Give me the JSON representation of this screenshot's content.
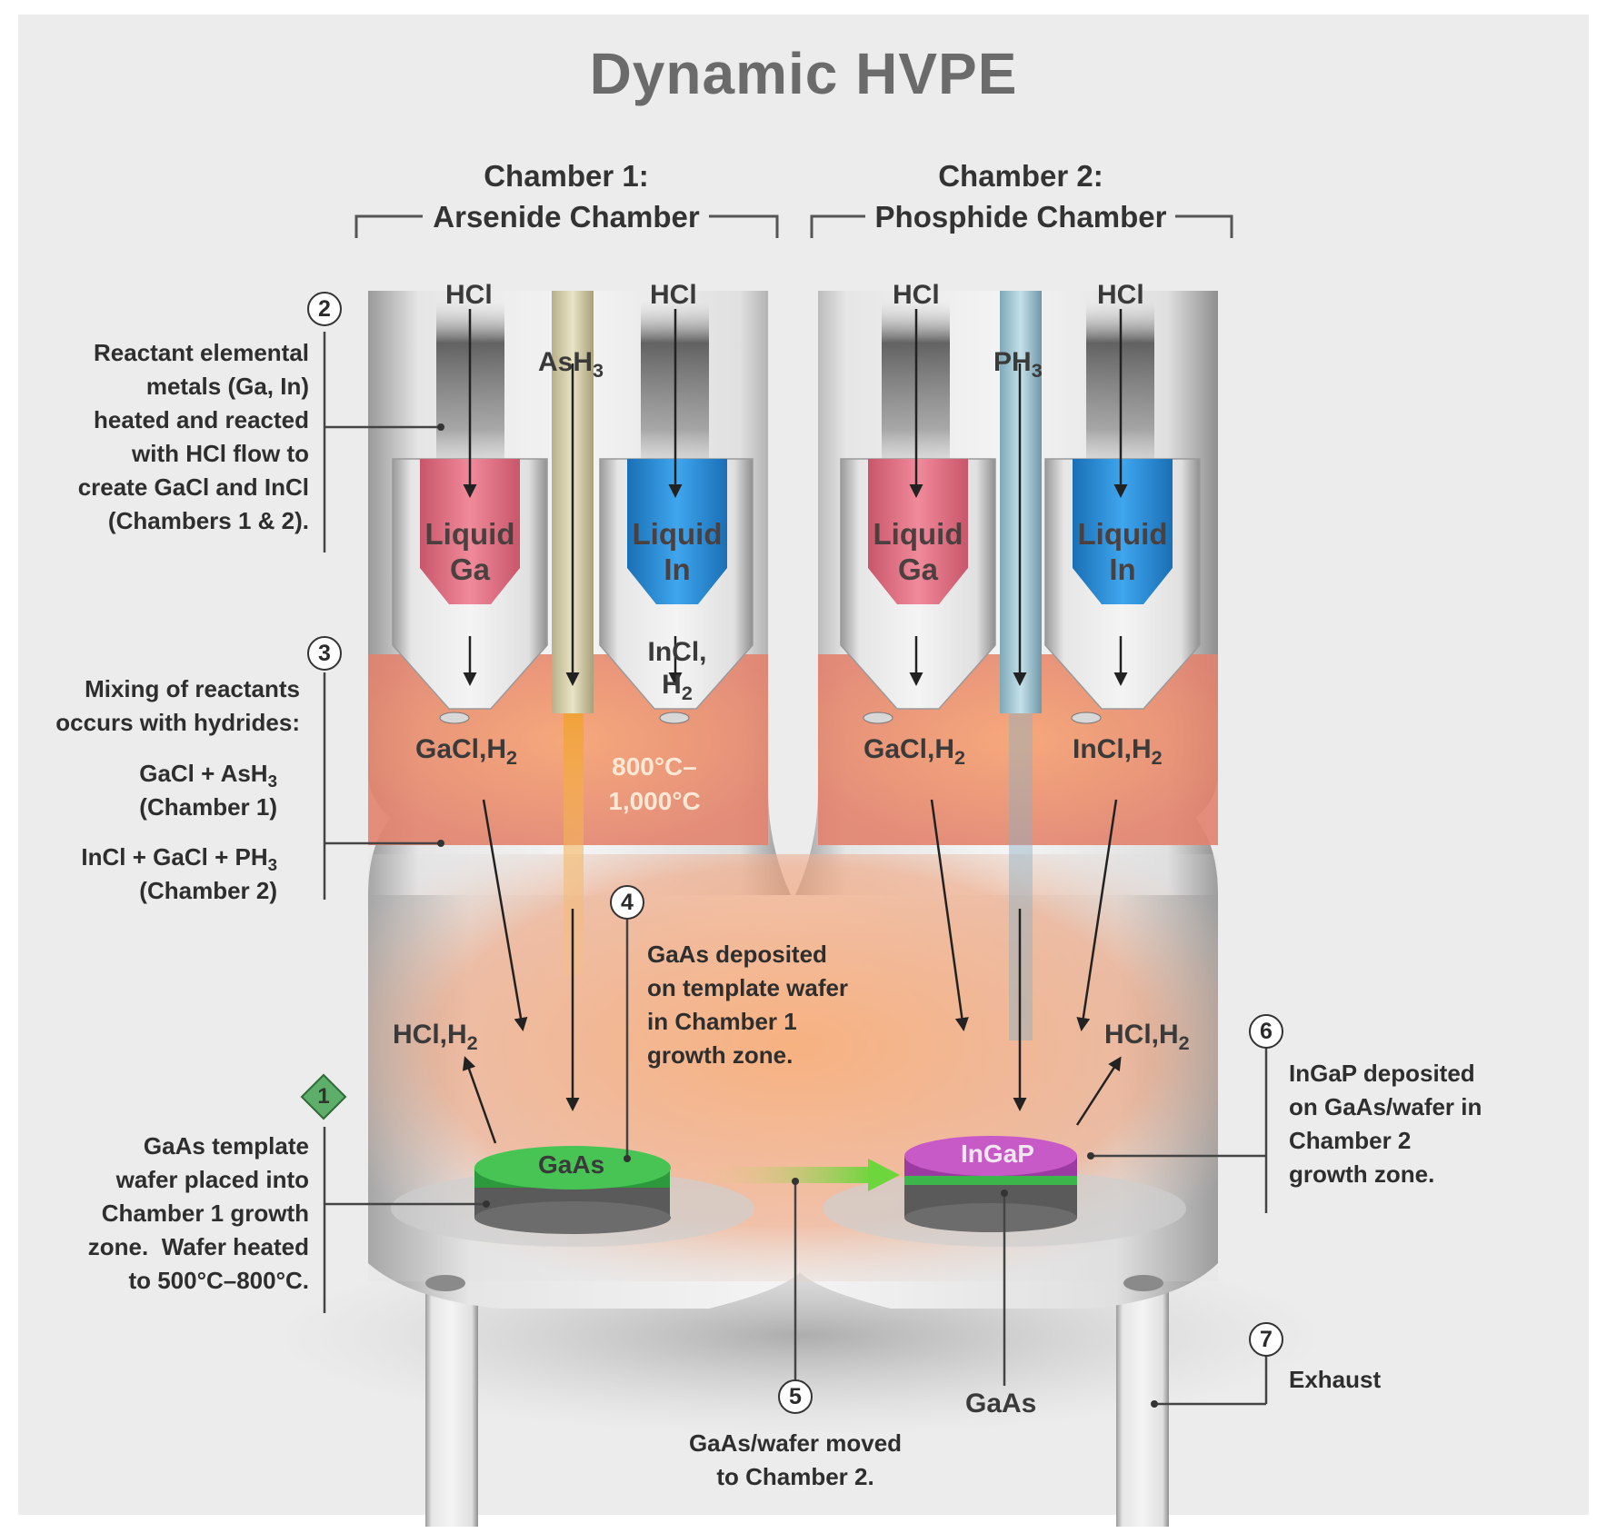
{
  "title": "Dynamic HVPE",
  "chambers": [
    {
      "line1": "Chamber 1:",
      "line2": "Arsenide Chamber"
    },
    {
      "line1": "Chamber 2:",
      "line2": "Phosphide Chamber"
    }
  ],
  "inputs": {
    "hcl": "HCl",
    "ash3": "AsH",
    "ph3": "PH",
    "sub3": "3"
  },
  "liquids": {
    "ga1": "Liquid",
    "ga2": "Ga",
    "in1": "Liquid",
    "in2": "In"
  },
  "products": {
    "gacl": "GaCl,H",
    "incl": "InCl,H",
    "incl_a": "InCl,",
    "incl_b": "H",
    "hclh": "HCl,H",
    "sub2": "2"
  },
  "temperature": {
    "line1": "800°C–",
    "line2": "1,000°C"
  },
  "wafers": {
    "gaas": "GaAs",
    "ingap": "InGaP",
    "gaas_bottom": "GaAs"
  },
  "steps": {
    "s1": {
      "num": "1",
      "text": "GaAs template\nwafer placed into\nChamber 1 growth\nzone.  Wafer heated\nto 500°C–800°C."
    },
    "s2": {
      "num": "2",
      "text": "Reactant elemental\nmetals (Ga, In)\nheated and reacted\nwith HCl flow to\ncreate GaCl and InCl\n(Chambers 1 & 2)."
    },
    "s3": {
      "num": "3",
      "text": "Mixing of reactants\noccurs with hydrides:",
      "eq1a": "GaCl + AsH",
      "eq1b": "(Chamber 1)",
      "eq2a": "InCl + GaCl + PH",
      "eq2b": "(Chamber 2)"
    },
    "s4": {
      "num": "4",
      "text": "GaAs deposited\non template wafer\nin Chamber 1\ngrowth zone."
    },
    "s5": {
      "num": "5",
      "text": "GaAs/wafer moved\nto Chamber 2."
    },
    "s6": {
      "num": "6",
      "text": "InGaP deposited\non GaAs/wafer in\nChamber 2\ngrowth zone."
    },
    "s7": {
      "num": "7",
      "text": "Exhaust"
    }
  },
  "colors": {
    "frame": "#ececec",
    "reaction": "#ec9070",
    "ga": "#e86a80",
    "in": "#2f8fd8",
    "gaas": "#3cb54a",
    "ingap": "#b24bb8",
    "step1": "#5cae68"
  }
}
